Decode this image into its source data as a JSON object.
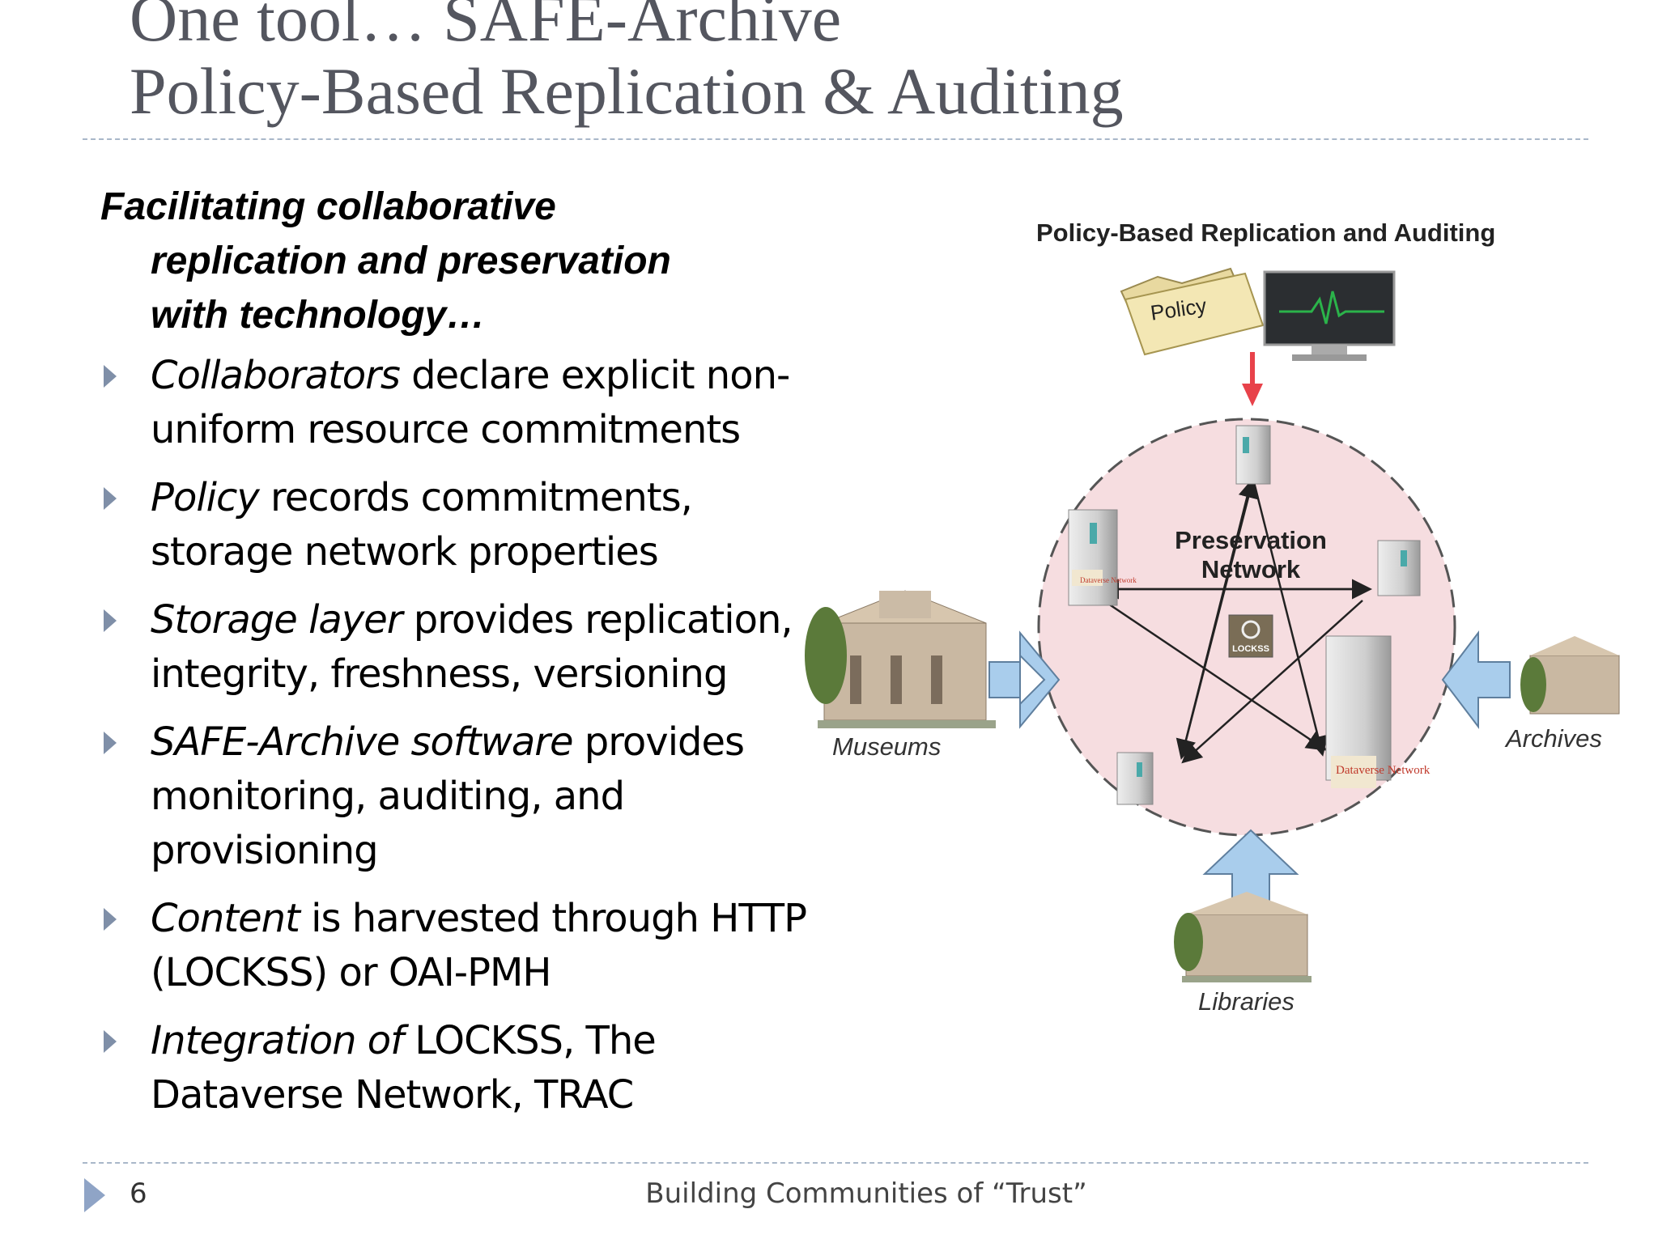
{
  "slide": {
    "title_line1": "One tool… SAFE-Archive",
    "title_line2": "Policy-Based Replication & Auditing",
    "intro_line1": "Facilitating collaborative",
    "intro_line2": "replication and preservation",
    "intro_line3": "with technology…",
    "bullets": [
      {
        "emph": "Collaborators",
        "rest": " declare explicit non-uniform resource commitments"
      },
      {
        "emph": "Policy",
        "rest": " records commitments, storage network properties"
      },
      {
        "emph": "Storage layer",
        "rest": " provides replication, integrity, freshness, versioning"
      },
      {
        "emph": "SAFE-Archive software",
        "rest": " provides monitoring, auditing, and provisioning"
      },
      {
        "emph": "Content",
        "rest": " is harvested through HTTP (LOCKSS) or OAI-PMH"
      },
      {
        "emph": "Integration of",
        "rest": " LOCKSS, The Dataverse Network, TRAC"
      }
    ]
  },
  "diagram": {
    "title": "Policy-Based Replication and Auditing",
    "policy_label": "Policy",
    "network_line1": "Preservation",
    "network_line2": "Network",
    "lockss_label": "LOCKSS",
    "dataverse_label": "Dataverse Network",
    "museums": "Museums",
    "archives": "Archives",
    "libraries": "Libraries"
  },
  "footer": {
    "page_number": "6",
    "text": "Building Communities of “Trust”"
  },
  "colors": {
    "title": "#54565f",
    "rule": "#a9b7c9",
    "bullet_arrow": "#7f8fa8",
    "circle_fill": "#f6dde0",
    "arrow_blue": "#a9cdec",
    "red_arrow": "#e8424a"
  }
}
